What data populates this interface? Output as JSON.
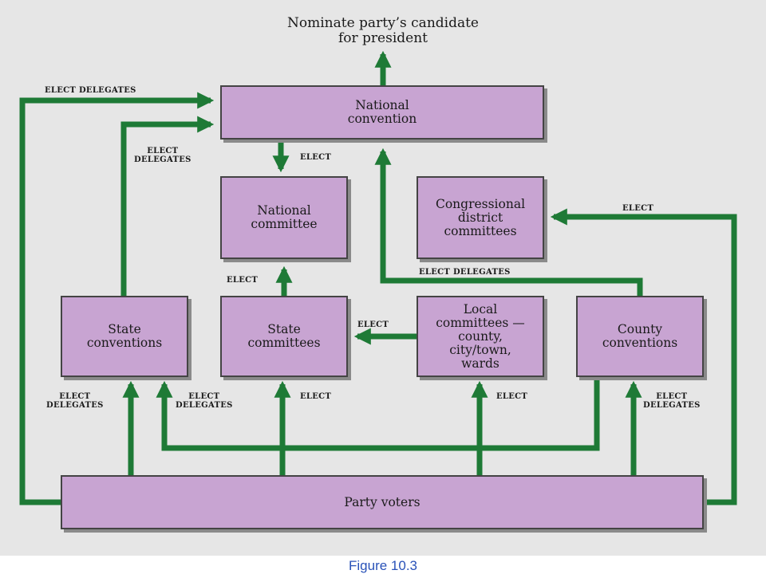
{
  "diagram": {
    "title": "Nominate party’s candidate\nfor president",
    "colors": {
      "box_fill": "#c8a4d2",
      "arrow": "#1e7a36",
      "background": "#e6e6e6"
    },
    "boxes": {
      "national_convention": "National\nconvention",
      "national_committee": "National\ncommittee",
      "congressional_district_committees": "Congressional\ndistrict\ncommittees",
      "state_conventions": "State\nconventions",
      "state_committees": "State\ncommittees",
      "local_committees": "Local\ncommittees —\ncounty,\ncity/town,\nwards",
      "county_conventions": "County\nconventions",
      "party_voters": "Party voters"
    },
    "labels": {
      "elect_delegates_top": "ELECT DELEGATES",
      "elect_delegates_state_to_national": "ELECT\nDELEGATES",
      "elect_national_committee": "ELECT",
      "elect_state_to_national_committee": "ELECT",
      "elect_congressional": "ELECT",
      "elect_delegates_county_to_national": "ELECT DELEGATES",
      "elect_local_to_state": "ELECT",
      "elect_delegates_voters_to_state": "ELECT\nDELEGATES",
      "elect_delegates_county_to_state": "ELECT\nDELEGATES",
      "elect_voters_to_state_committees": "ELECT",
      "elect_voters_to_local": "ELECT",
      "elect_delegates_voters_to_county": "ELECT\nDELEGATES"
    }
  },
  "caption": "Figure 10.3"
}
